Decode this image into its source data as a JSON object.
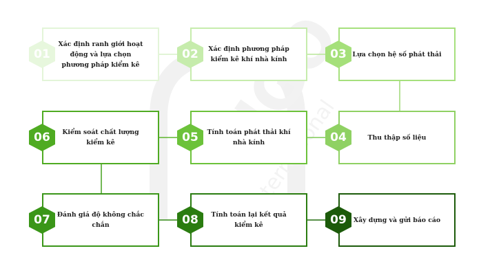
{
  "steps": [
    {
      "num": "01",
      "label": "Xác định ranh giới hoạt động và lựa chọn phương pháp kiểm kê",
      "color": "#e7f7dd",
      "border": "#e3f5d8"
    },
    {
      "num": "02",
      "label": "Xác định phương pháp kiểm kê khí nhà kính",
      "color": "#c6ecac",
      "border": "#c6ecac"
    },
    {
      "num": "03",
      "label": "Lựa chọn hệ số phát thải",
      "color": "#a5e07a",
      "border": "#a6e07d"
    },
    {
      "num": "04",
      "label": "Thu thập số liệu",
      "color": "#8fd163",
      "border": "#8fd163"
    },
    {
      "num": "05",
      "label": "Tính toán phát thải khí nhà kính",
      "color": "#6cc23a",
      "border": "#6cc23a"
    },
    {
      "num": "06",
      "label": "Kiểm soát chất lượng kiểm kê",
      "color": "#4fab22",
      "border": "#4fab22"
    },
    {
      "num": "07",
      "label": "Đánh giá độ không chắc chắn",
      "color": "#3a9618",
      "border": "#3a9618"
    },
    {
      "num": "08",
      "label": "Tính toán lại kết quả kiểm kê",
      "color": "#2a7c10",
      "border": "#2a7c10"
    },
    {
      "num": "09",
      "label": "Xây dựng và gửi báo cáo",
      "color": "#1c5a0a",
      "border": "#1c5a0a"
    }
  ],
  "watermark": {
    "brand": "NGO",
    "sub": "International"
  }
}
